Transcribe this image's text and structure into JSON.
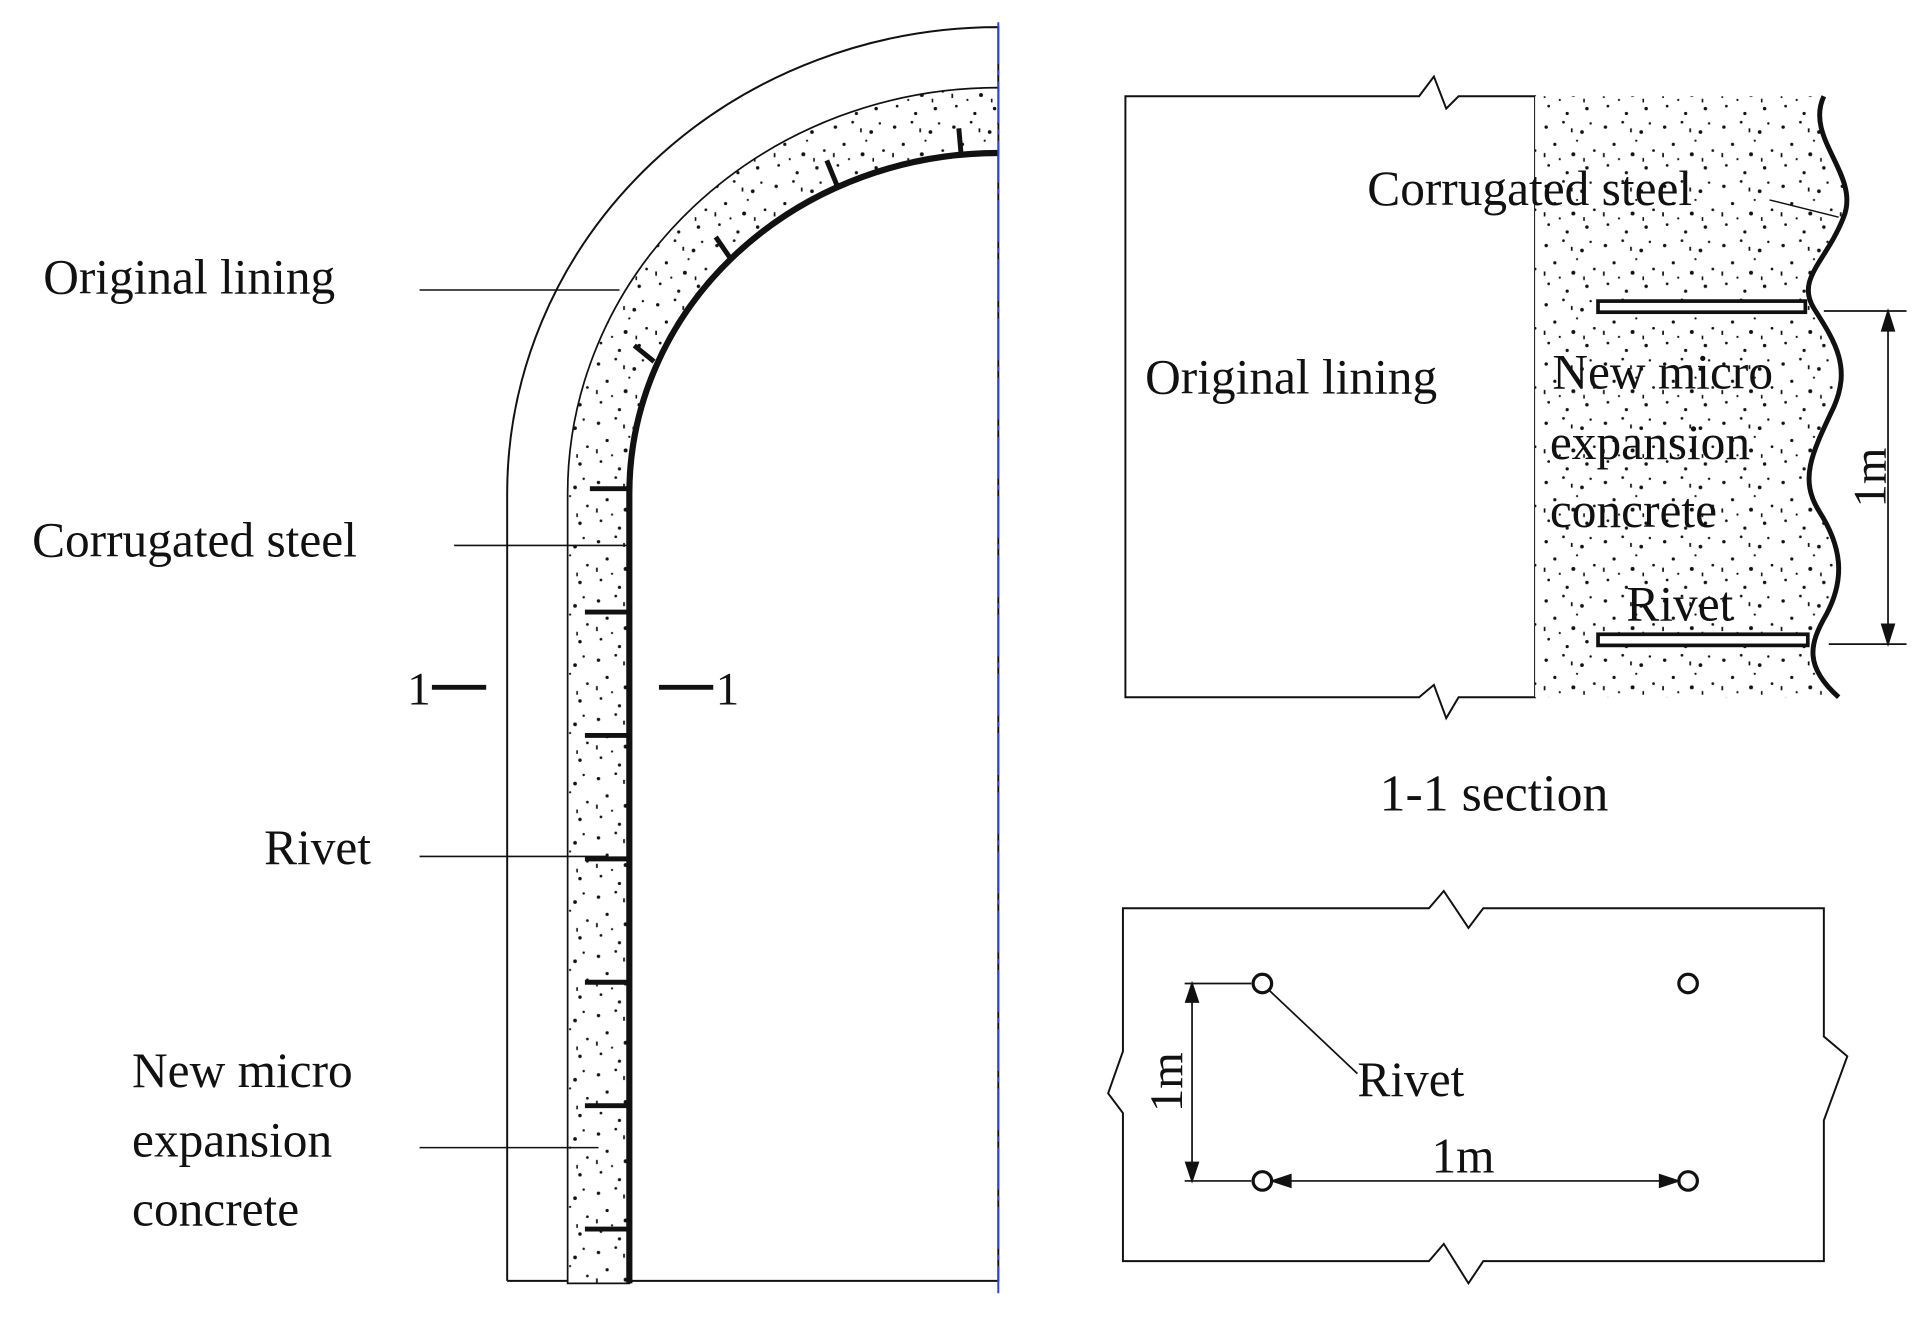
{
  "labels": {
    "original_lining": "Original lining",
    "corrugated_steel": "Corrugated steel",
    "rivet": "Rivet",
    "new_concrete_line1": "New micro",
    "new_concrete_line2": "expansion",
    "new_concrete_line3": "concrete",
    "section_mark": "1",
    "section_title": "1-1 section",
    "dimension_1m": "1m"
  },
  "colors": {
    "ink": "#111111",
    "centerline": "#3344cc",
    "background": "#ffffff"
  }
}
